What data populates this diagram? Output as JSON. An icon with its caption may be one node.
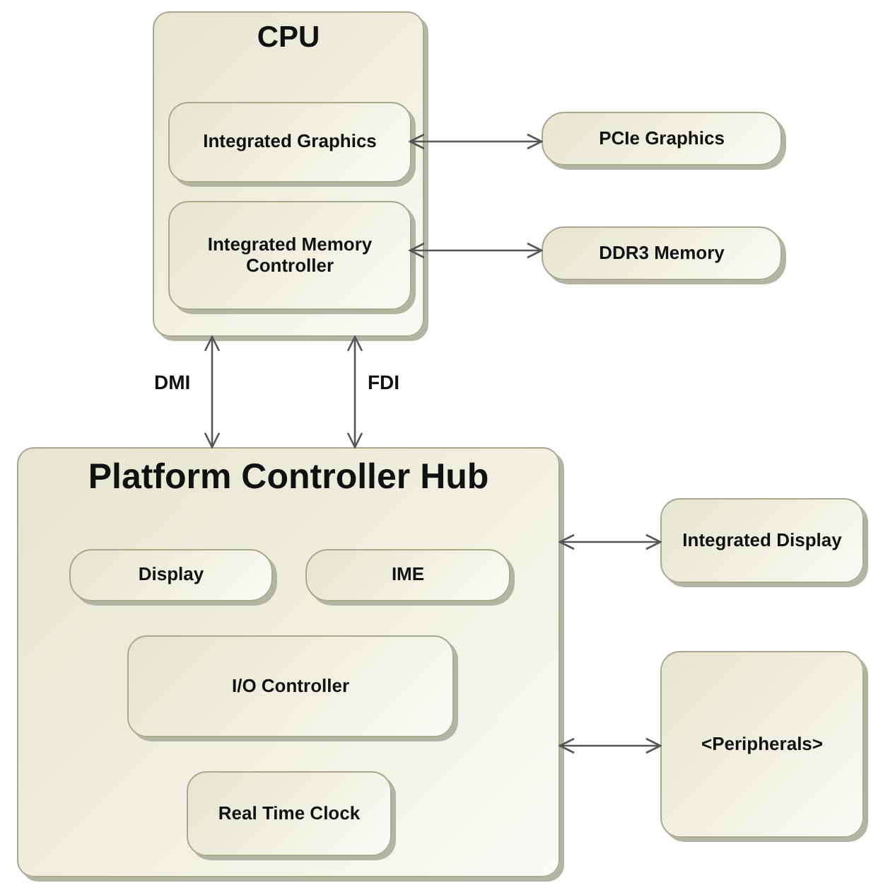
{
  "diagram": {
    "nodes": [
      {
        "text": [
          "CPU"
        ]
      },
      {
        "text": [
          "Integrated Graphics"
        ],
        "in": 0
      },
      {
        "text": [
          "Integrated Memory Controller"
        ],
        "in": 0
      },
      {
        "text": [
          "PCIe Graphics"
        ]
      },
      {
        "text": [
          "DDR3 Memory"
        ]
      },
      {
        "text": [
          "Platform Controller Hub"
        ]
      },
      {
        "text": [
          "Display"
        ],
        "in": 5
      },
      {
        "text": [
          "IME"
        ],
        "in": 5
      },
      {
        "text": [
          "I/O Controller"
        ],
        "in": 5
      },
      {
        "text": [
          "Real Time Clock"
        ],
        "in": 5
      },
      {
        "text": [
          "Integrated Display"
        ]
      },
      {
        "text": [
          "<Peripherals>"
        ]
      }
    ],
    "edges": [
      {
        "from": 1,
        "to": 3,
        "arrow": "both"
      },
      {
        "from": 2,
        "to": 4,
        "arrow": "both"
      },
      {
        "from": 0,
        "to": 5,
        "arrow": "both",
        "label": "DMI"
      },
      {
        "from": 0,
        "to": 5,
        "arrow": "both",
        "label": "FDI"
      },
      {
        "from": 5,
        "to": 10,
        "arrow": "both"
      },
      {
        "from": 5,
        "to": 11,
        "arrow": "both"
      }
    ]
  }
}
